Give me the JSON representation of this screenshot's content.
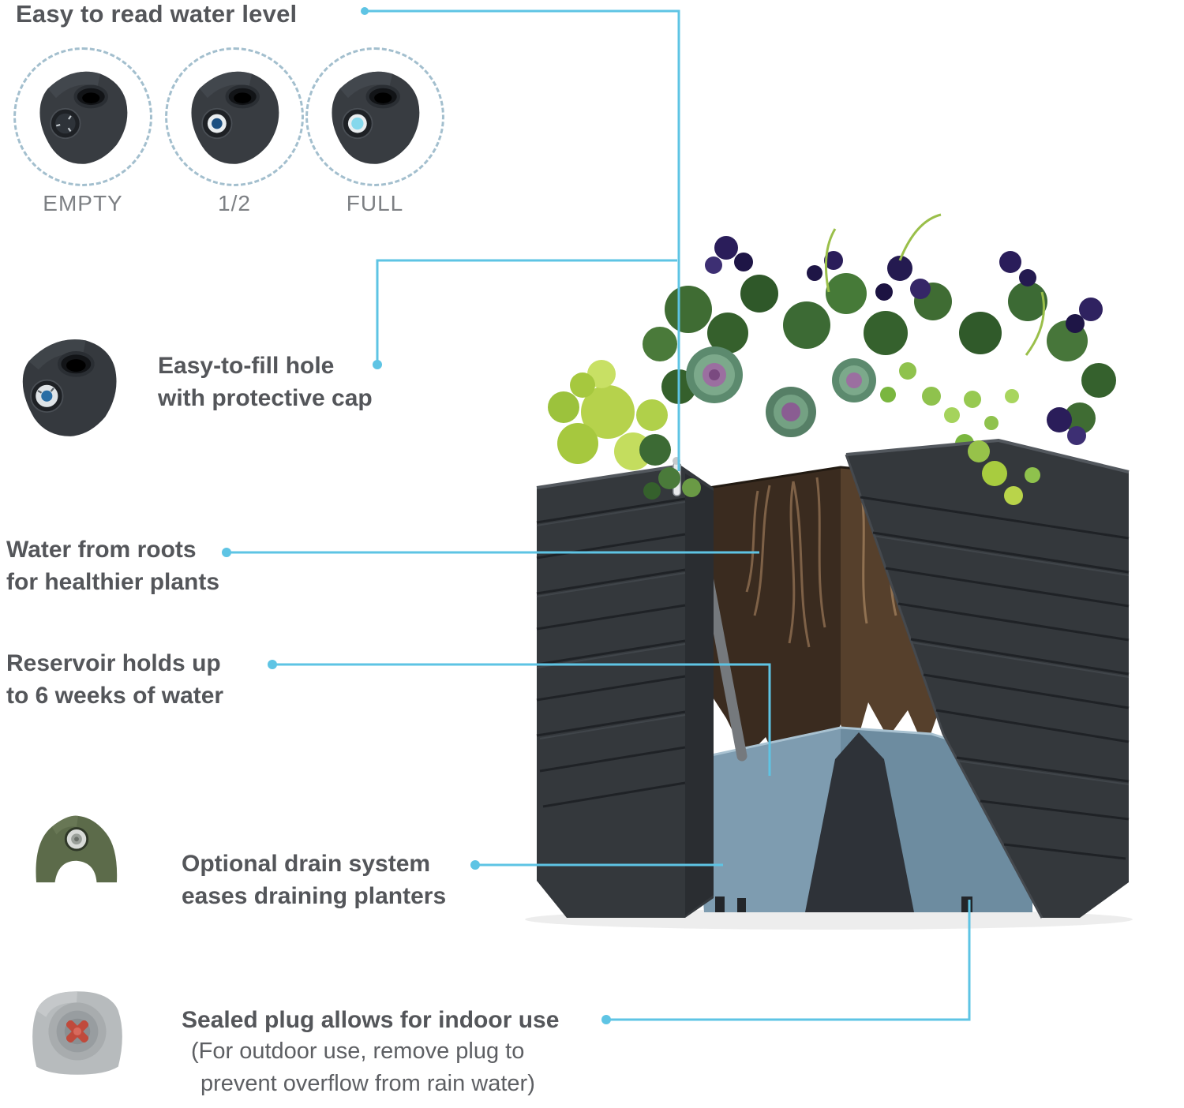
{
  "colors": {
    "accent": "#5ec4e4",
    "heading": "#54565a",
    "body": "#5d5f63",
    "muted_label": "#7d8084",
    "planter_dark": "#34383c",
    "soil_front": "#3a2b1f",
    "soil_side": "#56402c",
    "reservoir": "#7e9cb0",
    "drain_green": "#5c6b4a",
    "plug_red": "#c04a3c"
  },
  "water_level": {
    "title": "Easy to read water level",
    "states": [
      {
        "label": "EMPTY"
      },
      {
        "label": "1/2"
      },
      {
        "label": "FULL"
      }
    ]
  },
  "features": {
    "fill_hole": {
      "line1": "Easy-to-fill hole",
      "line2": "with protective cap"
    },
    "roots": {
      "line1": "Water from roots",
      "line2": "for healthier plants"
    },
    "reservoir": {
      "line1": "Reservoir holds up",
      "line2": "to 6 weeks of water"
    },
    "drain": {
      "line1": "Optional drain system",
      "line2": "eases draining planters"
    },
    "plug": {
      "title": "Sealed plug allows for indoor use",
      "note_line1": "(For outdoor use, remove plug to",
      "note_line2": "prevent overflow from rain water)"
    }
  }
}
